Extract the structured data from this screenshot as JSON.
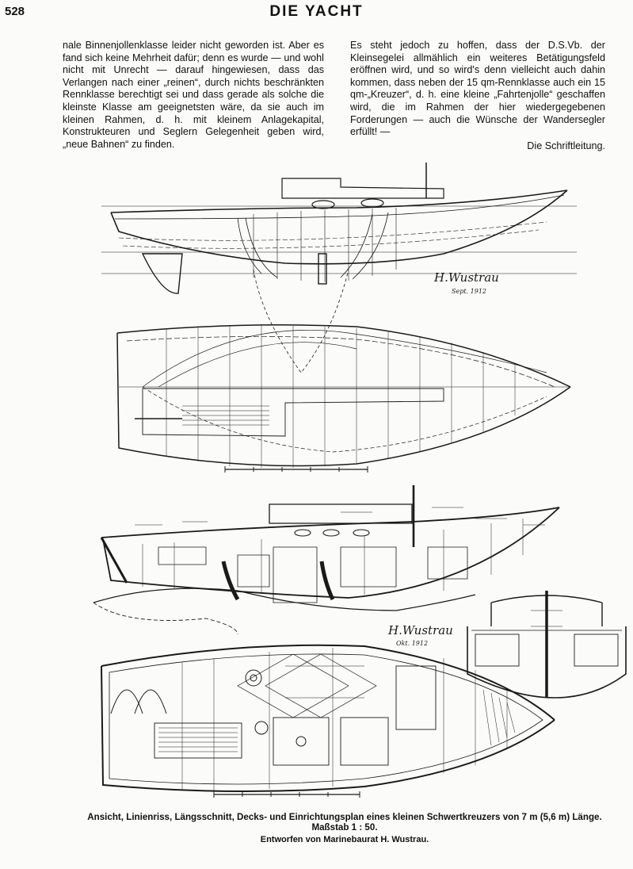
{
  "header": {
    "page_number": "528",
    "running_title": "DIE YACHT"
  },
  "article": {
    "left_column": "nale Binnenjollenklasse leider nicht geworden ist. Aber es fand sich keine Mehrheit dafür; denn es wurde — und wohl nicht mit Unrecht — darauf hingewiesen, dass das Verlangen nach einer „reinen“, durch nichts beschränkten Rennklasse berechtigt sei und dass gerade als solche die kleinste Klasse am geeignetsten wäre, da sie auch im kleinen Rahmen, d. h. mit kleinem Anlagekapital, Konstrukteuren und Seglern Gelegenheit geben wird, „neue Bahnen“ zu finden.",
    "right_column": "Es steht jedoch zu hoffen, dass der D.S.Vb. der Kleinsegelei allmählich ein weiteres Betätigungsfeld eröffnen wird, und so wird's denn vielleicht auch dahin kommen, dass neben der 15 qm-Rennklasse auch ein 15 qm-„Kreuzer“, d. h. eine kleine „Fahrtenjolle“ geschaffen wird, die im Rahmen der hier wiedergegebenen Forderungen — auch die Wünsche der Wandersegler erfüllt! —",
    "signature": "Die Schriftleitung."
  },
  "figure": {
    "caption_line1": "Ansicht, Linienriss, Längsschnitt, Decks- und Einrichtungsplan eines kleinen Schwertkreuzers von 7 m (5,6 m) Länge. Maßstab 1 : 50.",
    "caption_line2": "Entworfen von Marinebaurat H. Wustrau.",
    "designer_signature_1": "H.Wustrau",
    "signature_date_1": "Sept. 1912",
    "designer_signature_2": "H.Wustrau",
    "signature_date_2": "Okt. 1912",
    "ink_color": "#1a1a1a",
    "paper_color": "#fbfbf9"
  }
}
